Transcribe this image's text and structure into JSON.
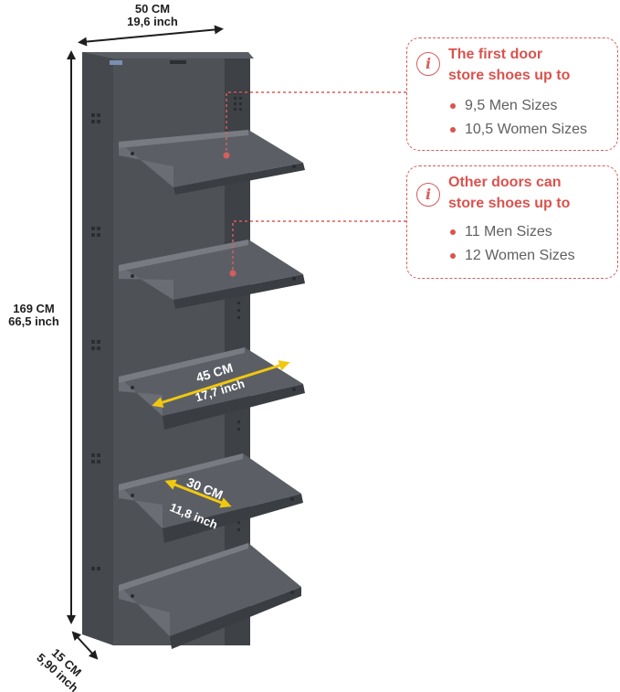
{
  "dimensions": {
    "width_cm": "50 CM",
    "width_inch": "19,6 inch",
    "height_cm": "169 CM",
    "height_inch": "66,5 inch",
    "depth_cm": "15 CM",
    "depth_inch": "5,90 inch",
    "inner_width_cm": "45 CM",
    "inner_width_inch": "17,7 inch",
    "shelf_depth_cm": "30 CM",
    "shelf_depth_inch": "11,8 inch"
  },
  "callouts": [
    {
      "icon": "info-icon",
      "title_line1": "The first door",
      "title_line2": "store shoes up to",
      "items": [
        "9,5 Men Sizes",
        "10,5 Women Sizes"
      ]
    },
    {
      "icon": "info-icon",
      "title_line1": "Other doors can",
      "title_line2": "store shoes up to",
      "items": [
        "11 Men Sizes",
        "12 Women Sizes"
      ]
    }
  ],
  "colors": {
    "cabinet": "#4a4d52",
    "cabinet_dark": "#3a3d42",
    "cabinet_light": "#5c6066",
    "accent_red": "#d9534f",
    "highlight_yellow": "#f2c80f",
    "dimension_line": "#1e1e1e"
  }
}
